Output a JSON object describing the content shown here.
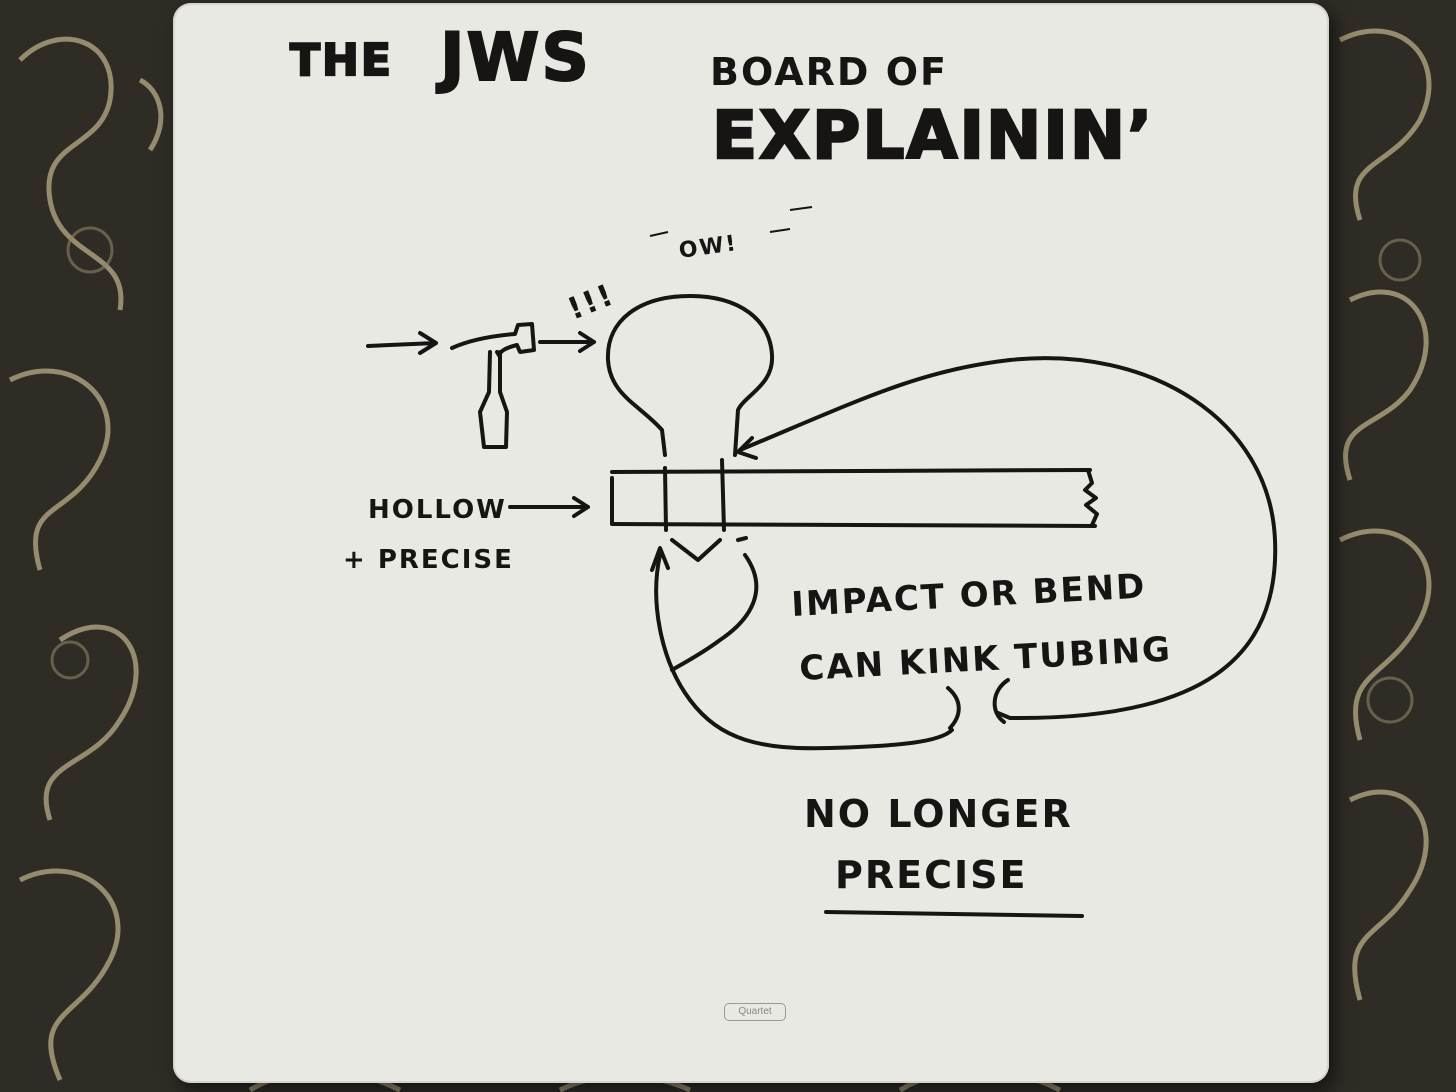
{
  "board": {
    "title_the": "THE",
    "title_jws": "JWS",
    "title_board_of": "BOARD OF",
    "title_explainin": "EXPLAININ’",
    "brand": "Quartet"
  },
  "annotations": {
    "ow": "OW!",
    "impact": "!!!",
    "hollow": "HOLLOW",
    "precise_note": "+ PRECISE",
    "impact_line1": "IMPACT OR BEND",
    "impact_line2": "CAN KINK TUBING",
    "no_longer": "NO LONGER",
    "precise": "PRECISE"
  },
  "colors": {
    "ink": "#171513",
    "board": "#e9e9e3",
    "carpet": "#2f2c26",
    "carpet_pattern": "#b8ab86"
  }
}
